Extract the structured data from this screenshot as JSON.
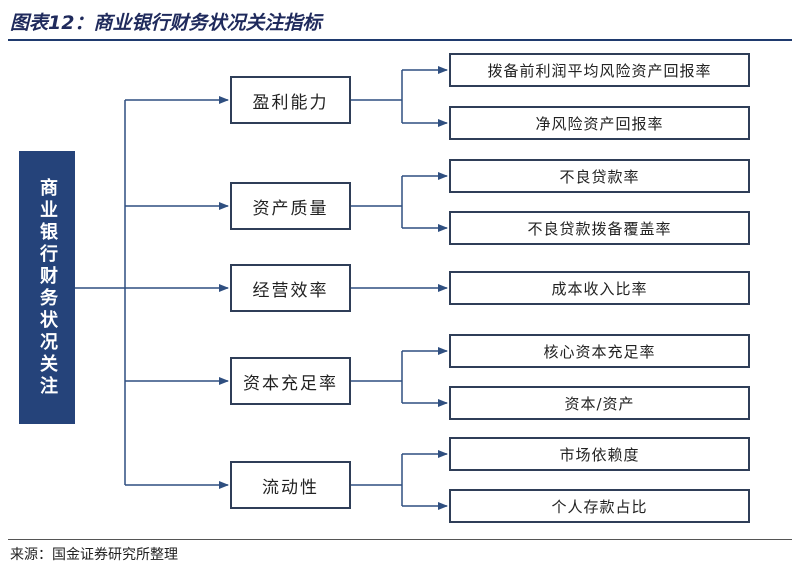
{
  "title": "图表12：商业银行财务状况关注指标",
  "source": "来源：国金证券研究所整理",
  "root": {
    "label": "商业银行财务状况关注"
  },
  "categories": [
    {
      "label": "盈利能力",
      "metrics": [
        "拨备前利润平均风险资产回报率",
        "净风险资产回报率"
      ]
    },
    {
      "label": "资产质量",
      "metrics": [
        "不良贷款率",
        "不良贷款拨备覆盖率"
      ]
    },
    {
      "label": "经营效率",
      "metrics": [
        "成本收入比率"
      ]
    },
    {
      "label": "资本充足率",
      "metrics": [
        "核心资本充足率",
        "资本/资产"
      ]
    },
    {
      "label": "流动性",
      "metrics": [
        "市场依赖度",
        "个人存款占比"
      ]
    }
  ],
  "colors": {
    "root_fill": "#25437a",
    "line": "#2f4f80",
    "box_border": "#2f3e58",
    "title": "#1f2a5c"
  }
}
